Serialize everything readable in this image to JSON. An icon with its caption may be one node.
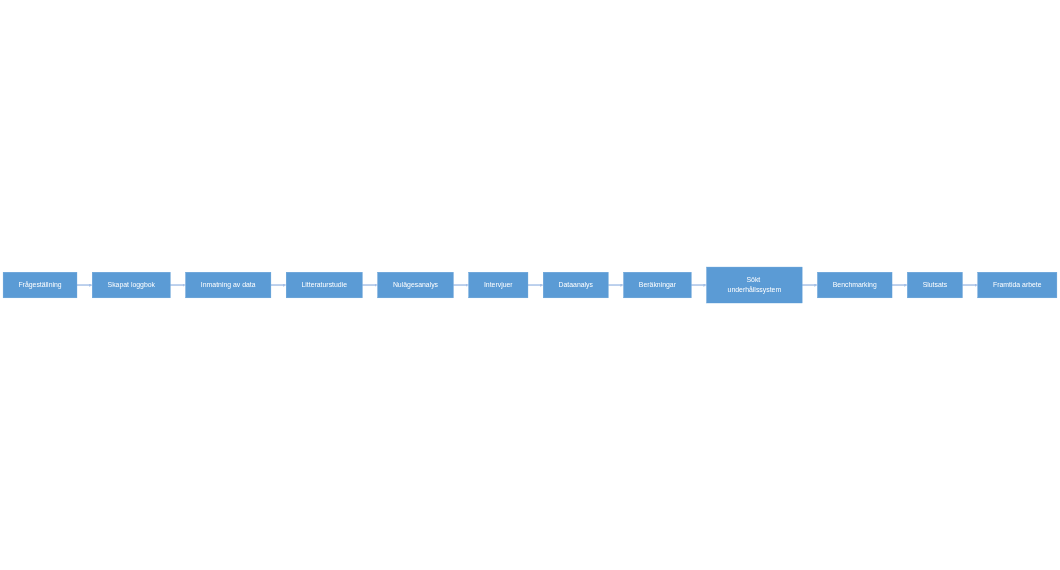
{
  "diagram": {
    "nodes": [
      {
        "text": [
          "Frågeställning"
        ]
      },
      {
        "text": [
          "Skapat loggbok"
        ]
      },
      {
        "text": [
          "Inmatning av data"
        ]
      },
      {
        "text": [
          "Litteraturstudie"
        ]
      },
      {
        "text": [
          "Nulägesanalys"
        ]
      },
      {
        "text": [
          "Intervjuer"
        ]
      },
      {
        "text": [
          "Dataanalys"
        ]
      },
      {
        "text": [
          "Beräkningar"
        ]
      },
      {
        "text": [
          "Sökt underhållssystem"
        ]
      },
      {
        "text": [
          "Benchmarking"
        ]
      },
      {
        "text": [
          "Slutsats"
        ]
      },
      {
        "text": [
          "Framtida arbete"
        ]
      }
    ],
    "edges": [
      {
        "from": 0,
        "to": 1,
        "arrow": "to"
      },
      {
        "from": 1,
        "to": 2,
        "arrow": "to"
      },
      {
        "from": 2,
        "to": 3,
        "arrow": "to"
      },
      {
        "from": 3,
        "to": 4,
        "arrow": "to"
      },
      {
        "from": 4,
        "to": 5,
        "arrow": "to"
      },
      {
        "from": 5,
        "to": 6,
        "arrow": "to"
      },
      {
        "from": 6,
        "to": 7,
        "arrow": "to"
      },
      {
        "from": 7,
        "to": 8,
        "arrow": "to"
      },
      {
        "from": 8,
        "to": 9,
        "arrow": "to"
      },
      {
        "from": 9,
        "to": 10,
        "arrow": "to"
      },
      {
        "from": 10,
        "to": 11,
        "arrow": "to"
      }
    ]
  }
}
